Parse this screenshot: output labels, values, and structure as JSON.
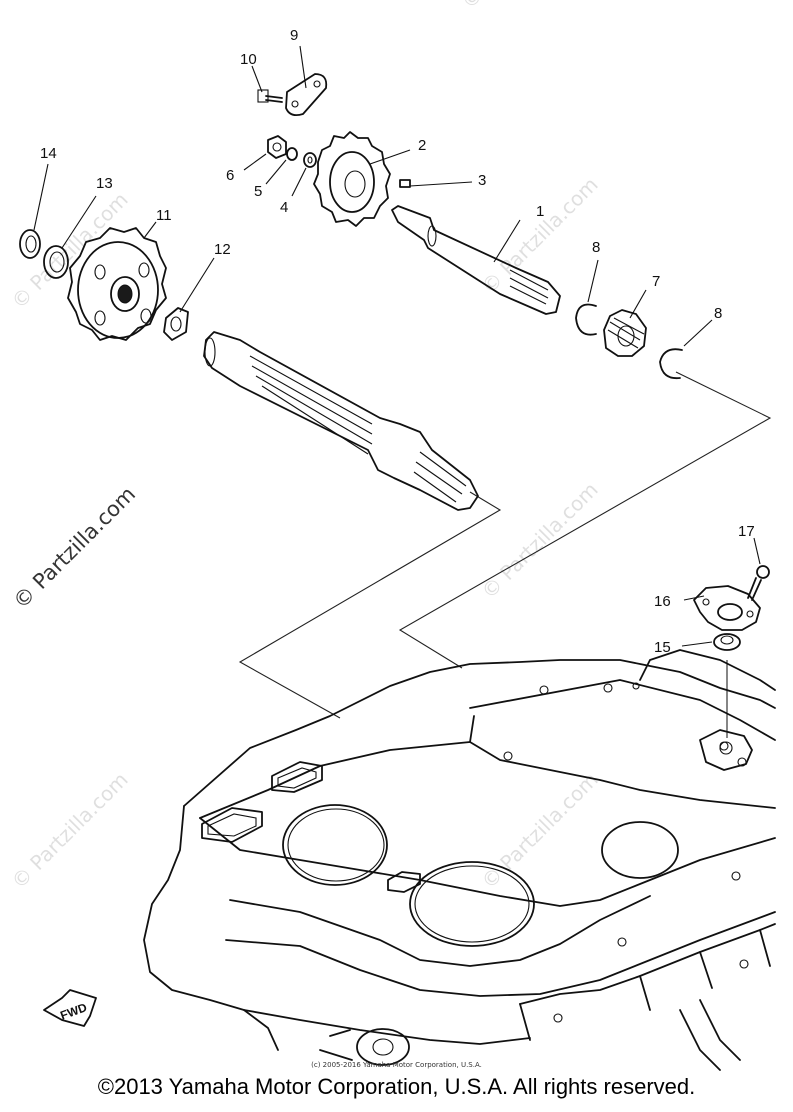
{
  "callouts": [
    "1",
    "2",
    "3",
    "4",
    "5",
    "6",
    "7",
    "8",
    "8",
    "9",
    "10",
    "11",
    "12",
    "13",
    "14",
    "15",
    "16",
    "17"
  ],
  "fwd_label": "FWD",
  "watermark": "© Partzilla.com",
  "small_copyright": "(c) 2005-2016 Yamaha Motor Corporation, U.S.A.",
  "footer_copyright": "©2013 Yamaha Motor Corporation, U.S.A. All rights reserved."
}
